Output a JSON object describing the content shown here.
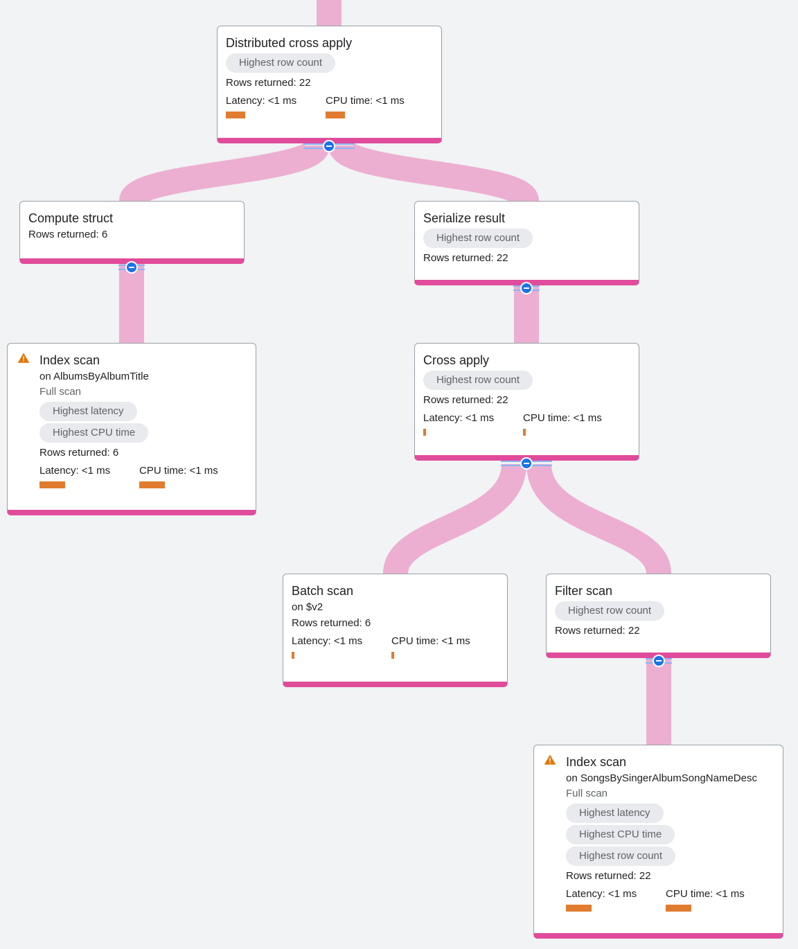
{
  "colors": {
    "background": "#f1f3f4",
    "edge": "#ecafd1",
    "node_accent": "#e04c9b",
    "metric_bar": "#e07b2f",
    "chip_bg": "#e8eaed",
    "collapse_button": "#1a73e8",
    "warning": "#e37400"
  },
  "nodes": {
    "distributed_cross_apply": {
      "title": "Distributed cross apply",
      "chips": [
        "Highest row count"
      ],
      "rows": "Rows returned: 22",
      "latency": "Latency: <1 ms",
      "cpu": "CPU time: <1 ms"
    },
    "compute_struct": {
      "title": "Compute struct",
      "rows": "Rows returned: 6"
    },
    "serialize_result": {
      "title": "Serialize result",
      "chips": [
        "Highest row count"
      ],
      "rows": "Rows returned: 22"
    },
    "index_scan_albums": {
      "title": "Index scan",
      "on": "on AlbumsByAlbumTitle",
      "scan": "Full scan",
      "chips": [
        "Highest latency",
        "Highest CPU time"
      ],
      "rows": "Rows returned: 6",
      "latency": "Latency: <1 ms",
      "cpu": "CPU time: <1 ms",
      "icon": "warning-icon"
    },
    "cross_apply": {
      "title": "Cross apply",
      "chips": [
        "Highest row count"
      ],
      "rows": "Rows returned: 22",
      "latency": "Latency: <1 ms",
      "cpu": "CPU time: <1 ms"
    },
    "batch_scan": {
      "title": "Batch scan",
      "on": "on $v2",
      "rows": "Rows returned: 6",
      "latency": "Latency: <1 ms",
      "cpu": "CPU time: <1 ms"
    },
    "filter_scan": {
      "title": "Filter scan",
      "chips": [
        "Highest row count"
      ],
      "rows": "Rows returned: 22"
    },
    "index_scan_songs": {
      "title": "Index scan",
      "on": "on SongsBySingerAlbumSongNameDesc",
      "scan": "Full scan",
      "chips": [
        "Highest latency",
        "Highest CPU time",
        "Highest row count"
      ],
      "rows": "Rows returned: 22",
      "latency": "Latency: <1 ms",
      "cpu": "CPU time: <1 ms",
      "icon": "warning-icon"
    }
  }
}
